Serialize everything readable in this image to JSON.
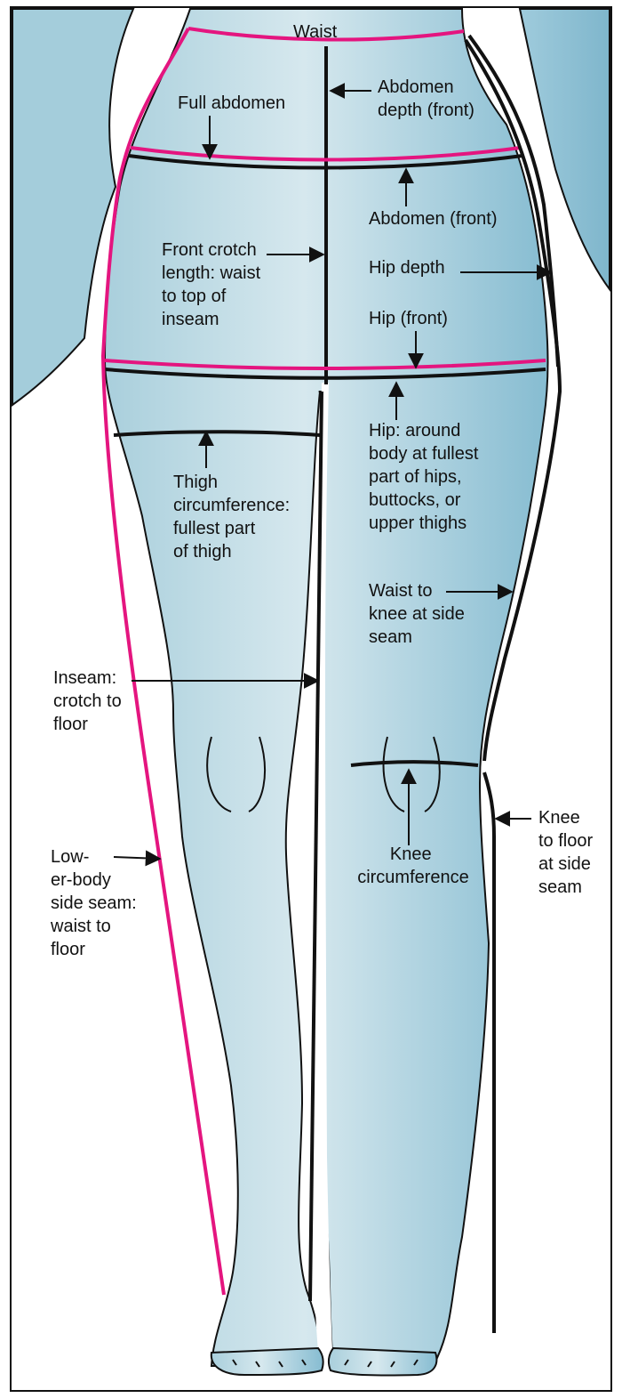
{
  "colors": {
    "skin_light": "#d3e6ec",
    "skin_dark": "#8cbfd3",
    "measure_pink": "#e4157f",
    "measure_black": "#111111",
    "background": "#ffffff"
  },
  "labels": {
    "waist": "Waist",
    "abdomen_depth": [
      "Abdomen",
      "depth (front)"
    ],
    "full_abdomen": "Full abdomen",
    "abdomen_front": "Abdomen (front)",
    "front_crotch": [
      "Front crotch",
      "length: waist",
      "to top of",
      "inseam"
    ],
    "hip_depth": "Hip depth",
    "hip_front": "Hip (front)",
    "hip": [
      "Hip: around",
      "body at fullest",
      "part of hips,",
      "buttocks, or",
      "upper thighs"
    ],
    "thigh": [
      "Thigh",
      "circumference:",
      "fullest part",
      "of thigh"
    ],
    "waist_to_knee": [
      "Waist to",
      "knee at side",
      "seam"
    ],
    "inseam": [
      "Inseam:",
      "crotch to",
      "floor"
    ],
    "knee_circ": [
      "Knee",
      "circumference"
    ],
    "knee_to_floor": [
      "Knee",
      "to floor",
      "at side",
      "seam"
    ],
    "lower_body": [
      "Low-",
      "er-body",
      "side seam:",
      "waist to",
      "floor"
    ]
  }
}
